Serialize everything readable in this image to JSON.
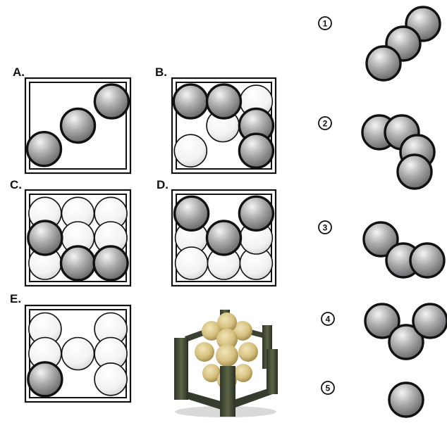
{
  "colors": {
    "ball_dark_light": "#f2f2f2",
    "ball_dark_shade": "#6e6e70",
    "ball_white_light": "#ffffff",
    "ball_white_shade": "#c8c8c8",
    "outline": "#111111"
  },
  "boxes": [
    {
      "label": "A.",
      "white": [],
      "dark": [
        [
          0.15,
          0.77
        ],
        [
          0.5,
          0.5
        ],
        [
          0.85,
          0.22
        ]
      ]
    },
    {
      "label": "B.",
      "white": [
        [
          0.84,
          0.22
        ],
        [
          0.49,
          0.5
        ],
        [
          0.15,
          0.79
        ]
      ],
      "dark": [
        [
          0.15,
          0.22
        ],
        [
          0.5,
          0.22
        ],
        [
          0.84,
          0.5
        ],
        [
          0.84,
          0.79
        ]
      ]
    },
    {
      "label": "C.",
      "white": [
        [
          0.16,
          0.22
        ],
        [
          0.5,
          0.22
        ],
        [
          0.84,
          0.22
        ],
        [
          0.16,
          0.79
        ],
        [
          0.84,
          0.5
        ],
        [
          0.5,
          0.5
        ]
      ],
      "dark": [
        [
          0.16,
          0.5
        ],
        [
          0.5,
          0.79
        ],
        [
          0.84,
          0.79
        ]
      ]
    },
    {
      "label": "D.",
      "white": [
        [
          0.16,
          0.5
        ],
        [
          0.16,
          0.79
        ],
        [
          0.5,
          0.79
        ],
        [
          0.84,
          0.79
        ],
        [
          0.84,
          0.5
        ]
      ],
      "dark": [
        [
          0.16,
          0.22
        ],
        [
          0.84,
          0.22
        ],
        [
          0.5,
          0.5
        ]
      ]
    },
    {
      "label": "E.",
      "white": [
        [
          0.16,
          0.22
        ],
        [
          0.84,
          0.22
        ],
        [
          0.5,
          0.5
        ],
        [
          0.84,
          0.5
        ],
        [
          0.16,
          0.5
        ],
        [
          0.84,
          0.79
        ]
      ],
      "dark": [
        [
          0.16,
          0.79
        ]
      ]
    }
  ],
  "pieces": [
    {
      "number": "1",
      "balls": [
        [
          0,
          40
        ],
        [
          -28,
          68
        ],
        [
          -56,
          96
        ]
      ]
    },
    {
      "number": "2",
      "balls": [
        [
          -62,
          0
        ],
        [
          -30,
          0
        ],
        [
          -8,
          28
        ],
        [
          -12,
          56
        ]
      ]
    },
    {
      "number": "3",
      "balls": [
        [
          -60,
          0
        ],
        [
          -28,
          30
        ],
        [
          6,
          30
        ]
      ]
    },
    {
      "number": "4",
      "balls": [
        [
          -58,
          0
        ],
        [
          -24,
          30
        ],
        [
          10,
          0
        ]
      ]
    },
    {
      "number": "5",
      "balls": [
        [
          -24,
          10
        ]
      ]
    }
  ],
  "photo": {
    "caption": "wooden puzzle with balls in a square frame"
  }
}
